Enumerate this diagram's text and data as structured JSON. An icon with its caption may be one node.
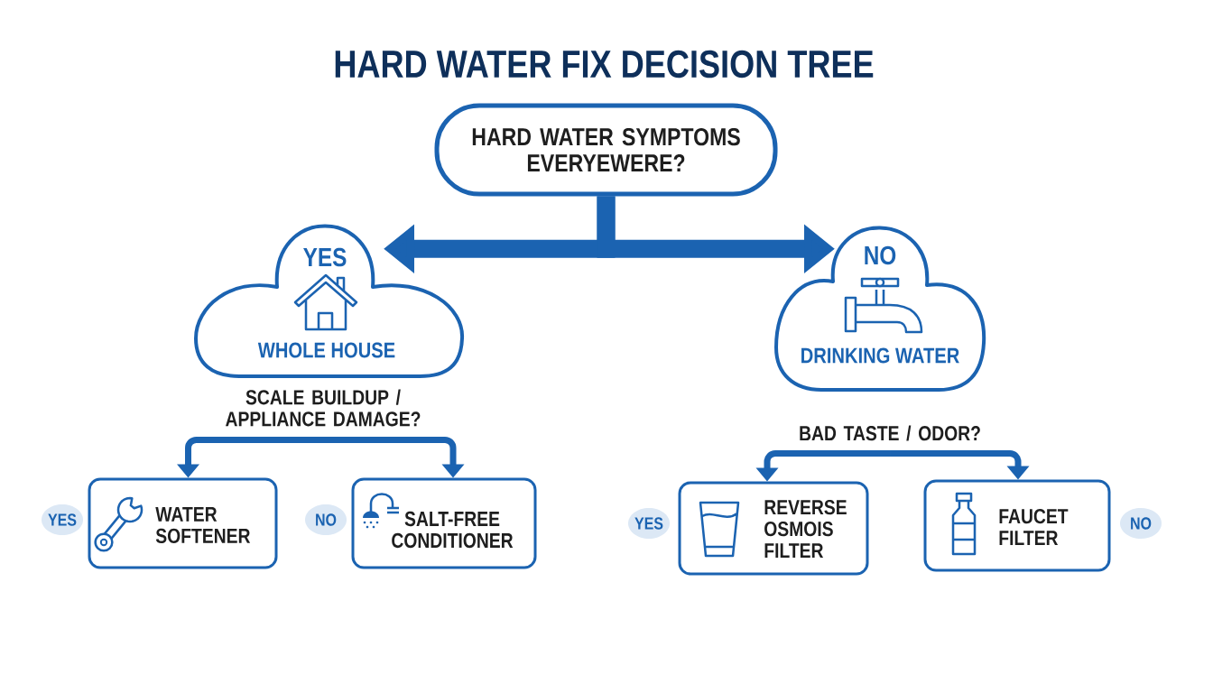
{
  "diagram": {
    "title": "HARD WATER FIX DECISION TREE",
    "nodes": [
      {
        "text": [
          "HARD WATER SYMPTOMS EVERYEWERE?"
        ]
      },
      {
        "text": [
          "YES",
          "WHOLE HOUSE"
        ]
      },
      {
        "text": [
          "NO",
          "DRINKING WATER"
        ]
      },
      {
        "text": [
          "SCALE BUILDUP / APPLIANCE DAMAGE?"
        ]
      },
      {
        "text": [
          "BAD TASTE / ODOR?"
        ]
      },
      {
        "text": [
          "WATER SOFTENER"
        ],
        "beside": [
          "YES"
        ]
      },
      {
        "text": [
          "SALT-FREE CONDITIONER"
        ],
        "beside": [
          "NO"
        ]
      },
      {
        "text": [
          "REVERSE OSMOIS FILTER"
        ],
        "beside": [
          "YES"
        ]
      },
      {
        "text": [
          "FAUCET FILTER"
        ],
        "beside": [
          "NO"
        ]
      }
    ],
    "edges": [
      {
        "from": 0,
        "to": 1,
        "arrow": "to",
        "style": "thick"
      },
      {
        "from": 0,
        "to": 2,
        "arrow": "to",
        "style": "thick"
      },
      {
        "from": 3,
        "to": 5,
        "arrow": "to"
      },
      {
        "from": 3,
        "to": 6,
        "arrow": "to"
      },
      {
        "from": 4,
        "to": 7,
        "arrow": "to"
      },
      {
        "from": 4,
        "to": 8,
        "arrow": "to"
      }
    ]
  }
}
